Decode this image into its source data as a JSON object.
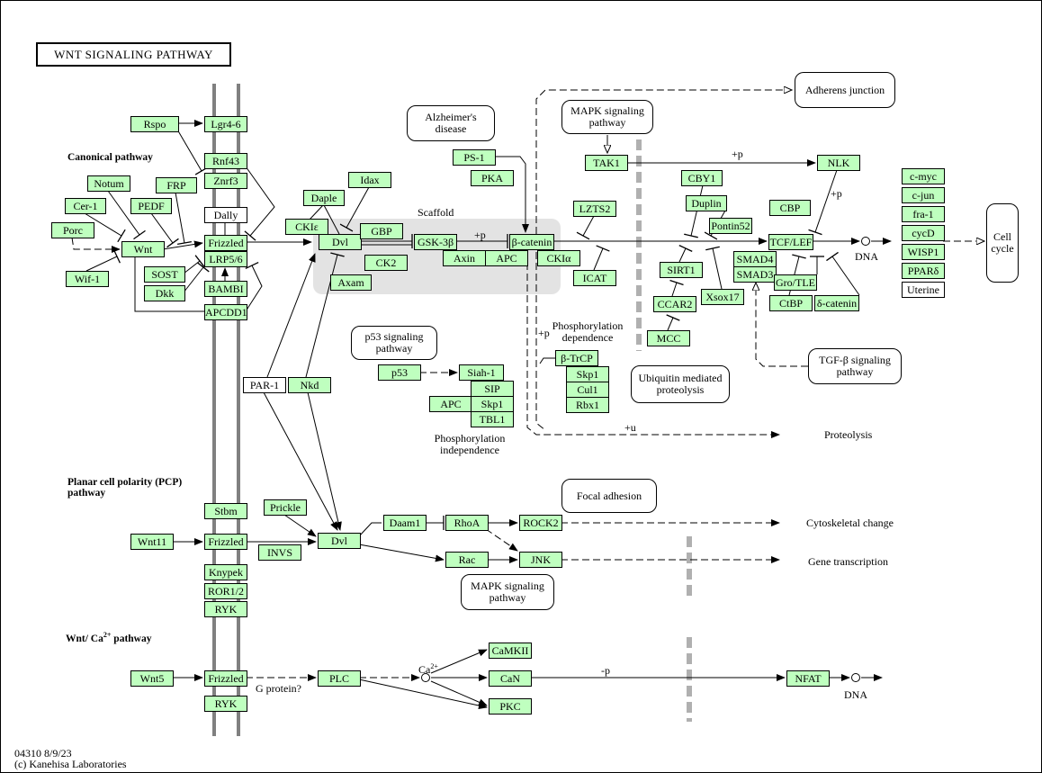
{
  "title": "WNT SIGNALING PATHWAY",
  "colors": {
    "gene": "#bfffbf",
    "membrane": "#808080",
    "scaffold_region": "#e3e3e3"
  },
  "footer": {
    "code_date": "04310 8/9/23",
    "copyright": "(c) Kanehisa Laboratories"
  },
  "sections": {
    "canonical": "Canonical pathway",
    "pcp_line1": "Planar cell polarity (PCP)",
    "pcp_line2": "pathway",
    "ca": "Wnt/ Ca",
    "ca_sup": "2+",
    "ca_tail": " pathway"
  },
  "nodes": [
    {
      "id": "rspo",
      "label": "Rspo"
    },
    {
      "id": "lgr",
      "label": "Lgr4-6"
    },
    {
      "id": "rnf43",
      "label": "Rnf43"
    },
    {
      "id": "znrf3",
      "label": "Znrf3"
    },
    {
      "id": "dally",
      "label": "Dally",
      "white": true
    },
    {
      "id": "fzd",
      "label": "Frizzled"
    },
    {
      "id": "lrp",
      "label": "LRP5/6"
    },
    {
      "id": "bambi",
      "label": "BAMBI"
    },
    {
      "id": "apcdd1",
      "label": "APCDD1"
    },
    {
      "id": "notum",
      "label": "Notum"
    },
    {
      "id": "frp",
      "label": "FRP"
    },
    {
      "id": "cer1",
      "label": "Cer-1"
    },
    {
      "id": "pedf",
      "label": "PEDF"
    },
    {
      "id": "porc",
      "label": "Porc"
    },
    {
      "id": "wnt",
      "label": "Wnt"
    },
    {
      "id": "wif1",
      "label": "Wif-1"
    },
    {
      "id": "sost",
      "label": "SOST"
    },
    {
      "id": "dkk",
      "label": "Dkk"
    },
    {
      "id": "daple",
      "label": "Daple"
    },
    {
      "id": "idax",
      "label": "Idax"
    },
    {
      "id": "ckie",
      "label": "CKIε"
    },
    {
      "id": "dvl",
      "label": "Dvl"
    },
    {
      "id": "gbp",
      "label": "GBP"
    },
    {
      "id": "ck2",
      "label": "CK2"
    },
    {
      "id": "axam",
      "label": "Axam"
    },
    {
      "id": "gsk",
      "label": "GSK-3β"
    },
    {
      "id": "axin",
      "label": "Axin"
    },
    {
      "id": "apc",
      "label": "APC"
    },
    {
      "id": "bcat",
      "label": "β-catenin"
    },
    {
      "id": "ckia",
      "label": "CKIα"
    },
    {
      "id": "ps1",
      "label": "PS-1"
    },
    {
      "id": "pka",
      "label": "PKA"
    },
    {
      "id": "lzts2",
      "label": "LZTS2"
    },
    {
      "id": "icat",
      "label": "ICAT"
    },
    {
      "id": "tak1",
      "label": "TAK1"
    },
    {
      "id": "nlk",
      "label": "NLK"
    },
    {
      "id": "cby1",
      "label": "CBY1"
    },
    {
      "id": "duplin",
      "label": "Duplin"
    },
    {
      "id": "cbp",
      "label": "CBP"
    },
    {
      "id": "pontin",
      "label": "Pontin52"
    },
    {
      "id": "sirt1",
      "label": "SIRT1"
    },
    {
      "id": "ccar2",
      "label": "CCAR2"
    },
    {
      "id": "mcc",
      "label": "MCC"
    },
    {
      "id": "xsox",
      "label": "Xsox17"
    },
    {
      "id": "smad4",
      "label": "SMAD4"
    },
    {
      "id": "smad3",
      "label": "SMAD3"
    },
    {
      "id": "tcf",
      "label": "TCF/LEF"
    },
    {
      "id": "ctbp",
      "label": "CtBP"
    },
    {
      "id": "gro",
      "label": "Gro/TLE"
    },
    {
      "id": "dcat",
      "label": "δ-catenin"
    },
    {
      "id": "cmyc",
      "label": "c-myc"
    },
    {
      "id": "cjun",
      "label": "c-jun"
    },
    {
      "id": "fra1",
      "label": "fra-1"
    },
    {
      "id": "cycd",
      "label": "cycD"
    },
    {
      "id": "wisp1",
      "label": "WISP1"
    },
    {
      "id": "ppard",
      "label": "PPARδ"
    },
    {
      "id": "uterine",
      "label": "Uterine",
      "white": true
    },
    {
      "id": "btrcp",
      "label": "β-TrCP"
    },
    {
      "id": "skp1a",
      "label": "Skp1"
    },
    {
      "id": "cul1",
      "label": "Cul1"
    },
    {
      "id": "rbx1",
      "label": "Rbx1"
    },
    {
      "id": "p53",
      "label": "p53"
    },
    {
      "id": "siah1",
      "label": "Siah-1"
    },
    {
      "id": "sip",
      "label": "SIP"
    },
    {
      "id": "apc2",
      "label": "APC"
    },
    {
      "id": "skp1b",
      "label": "Skp1"
    },
    {
      "id": "tbl1",
      "label": "TBL1"
    },
    {
      "id": "par1",
      "label": "PAR-1",
      "white": true
    },
    {
      "id": "nkd",
      "label": "Nkd"
    },
    {
      "id": "stbm",
      "label": "Stbm"
    },
    {
      "id": "prickle",
      "label": "Prickle"
    },
    {
      "id": "fzd2",
      "label": "Frizzled"
    },
    {
      "id": "wnt11",
      "label": "Wnt11"
    },
    {
      "id": "invs",
      "label": "INVS"
    },
    {
      "id": "knypek",
      "label": "Knypek"
    },
    {
      "id": "ror",
      "label": "ROR1/2"
    },
    {
      "id": "ryk",
      "label": "RYK"
    },
    {
      "id": "dvl2",
      "label": "Dvl"
    },
    {
      "id": "daam1",
      "label": "Daam1"
    },
    {
      "id": "rhoa",
      "label": "RhoA"
    },
    {
      "id": "rock2",
      "label": "ROCK2"
    },
    {
      "id": "rac",
      "label": "Rac"
    },
    {
      "id": "jnk",
      "label": "JNK"
    },
    {
      "id": "wnt5",
      "label": "Wnt5"
    },
    {
      "id": "fzd3",
      "label": "Frizzled"
    },
    {
      "id": "ryk2",
      "label": "RYK"
    },
    {
      "id": "plc",
      "label": "PLC"
    },
    {
      "id": "camkii",
      "label": "CaMKII"
    },
    {
      "id": "can",
      "label": "CaN"
    },
    {
      "id": "pkc",
      "label": "PKC"
    },
    {
      "id": "nfat",
      "label": "NFAT"
    }
  ],
  "maps": [
    {
      "id": "alz",
      "label": "Alzheimer's disease"
    },
    {
      "id": "mapk1",
      "label": "MAPK signaling pathway"
    },
    {
      "id": "adherens",
      "label": "Adherens junction"
    },
    {
      "id": "cellcycle",
      "label": "Cell cycle"
    },
    {
      "id": "p53path",
      "label": "p53 signaling pathway"
    },
    {
      "id": "ubiq",
      "label": "Ubiquitin mediated proteolysis"
    },
    {
      "id": "tgfb",
      "label": "TGF-β signaling pathway"
    },
    {
      "id": "focal",
      "label": "Focal adhesion"
    },
    {
      "id": "mapk2",
      "label": "MAPK signaling pathway"
    }
  ],
  "labels": [
    {
      "id": "scaffold",
      "text": "Scaffold"
    },
    {
      "id": "p_gsk",
      "text": "+p"
    },
    {
      "id": "phos_dep",
      "text": "Phosphorylation dependence"
    },
    {
      "id": "p_dep",
      "text": "+p"
    },
    {
      "id": "phos_indep",
      "text": "Phosphorylation independence"
    },
    {
      "id": "u",
      "text": "+u"
    },
    {
      "id": "proteolysis",
      "text": "Proteolysis"
    },
    {
      "id": "dna1",
      "text": "DNA"
    },
    {
      "id": "dna2",
      "text": "DNA"
    },
    {
      "id": "p_nlk",
      "text": "+p"
    },
    {
      "id": "p_tcf",
      "text": "+p"
    },
    {
      "id": "cyto",
      "text": "Cytoskeletal change"
    },
    {
      "id": "genetx",
      "text": "Gene transcription"
    },
    {
      "id": "gprot",
      "text": "G protein?"
    },
    {
      "id": "mp",
      "text": "-p"
    }
  ],
  "calcium": {
    "label": "Ca",
    "sup": "2+"
  }
}
